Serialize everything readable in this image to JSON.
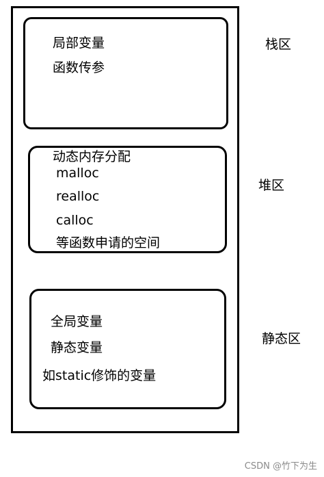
{
  "stack": {
    "label": "栈区",
    "lines": [
      "局部变量",
      "函数传参"
    ]
  },
  "heap": {
    "label": "堆区",
    "lines": [
      "动态内存分配",
      "malloc",
      "realloc",
      "calloc",
      "等函数申请的空间"
    ]
  },
  "static": {
    "label": "静态区",
    "lines": [
      "全局变量",
      "静态变量",
      "如static修饰的变量"
    ]
  },
  "watermark": "CSDN @竹下为生"
}
